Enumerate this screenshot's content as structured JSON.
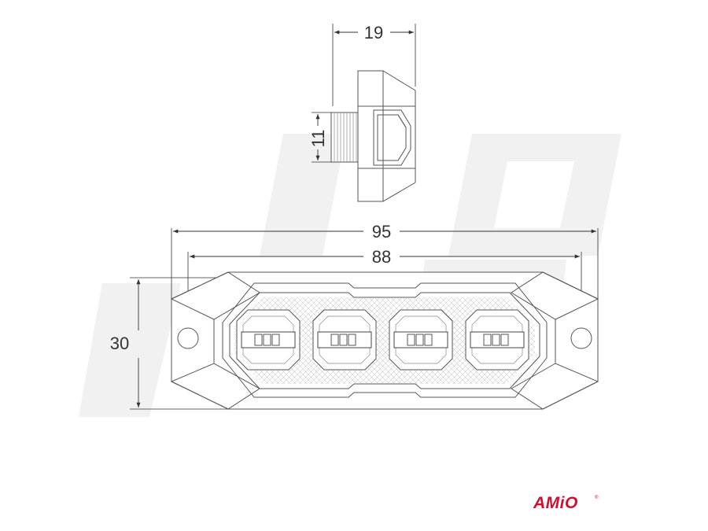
{
  "dimensions": {
    "depth": "19",
    "mount_height": "11",
    "total_length": "95",
    "hole_spacing": "88",
    "height": "30"
  },
  "brand": {
    "logo_text": "AMiO",
    "registered_mark": "®",
    "color": "#d40d2c"
  },
  "colors": {
    "line": "#444444",
    "watermark": "#f2f2f2"
  },
  "led_modules": 4
}
